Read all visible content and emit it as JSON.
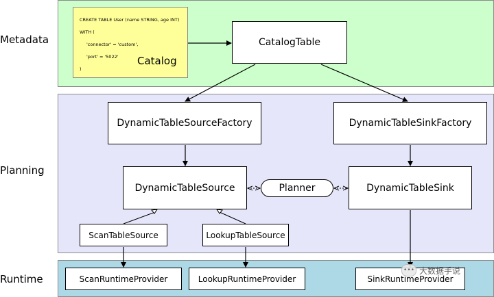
{
  "layers": {
    "metadata": "Metadata",
    "planning": "Planning",
    "runtime": "Runtime"
  },
  "colors": {
    "metadata_band": "#ccffcc",
    "planning_band": "#e6e6fa",
    "runtime_band": "#add8e6",
    "sql_box": "#ffff99"
  },
  "sql": {
    "line1": "CREATE TABLE User (name STRING, age INT)",
    "line2": "WITH (",
    "line3": "'connector' = 'custom',",
    "line4": "'port' = '5022'",
    "line5": ")"
  },
  "nodes": {
    "catalog": "Catalog",
    "catalog_table": "CatalogTable",
    "source_factory": "DynamicTableSourceFactory",
    "sink_factory": "DynamicTableSinkFactory",
    "source": "DynamicTableSource",
    "sink": "DynamicTableSink",
    "planner": "Planner",
    "scan_source": "ScanTableSource",
    "lookup_source": "LookupTableSource",
    "scan_provider": "ScanRuntimeProvider",
    "lookup_provider": "LookupRuntimeProvider",
    "sink_provider": "SinkRuntimeProvider"
  },
  "watermark": "大数据手说"
}
